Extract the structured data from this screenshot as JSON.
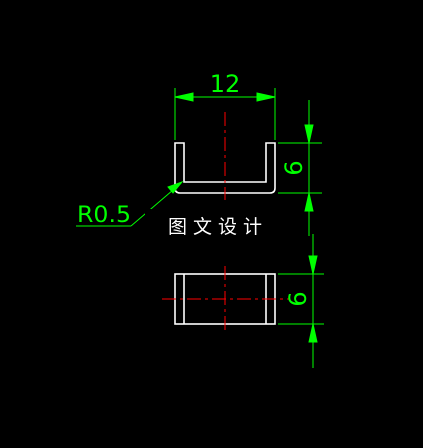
{
  "drawing": {
    "top_view_width_dimension": "12",
    "top_view_height_dimension": "6",
    "bottom_view_height_dimension": "6",
    "radius_callout": "R0.5",
    "watermark": "图 文 设 计"
  },
  "colors": {
    "background": "#000000",
    "outline": "#ffffff",
    "dimension": "#00ff00",
    "centerline": "#ff0000"
  }
}
